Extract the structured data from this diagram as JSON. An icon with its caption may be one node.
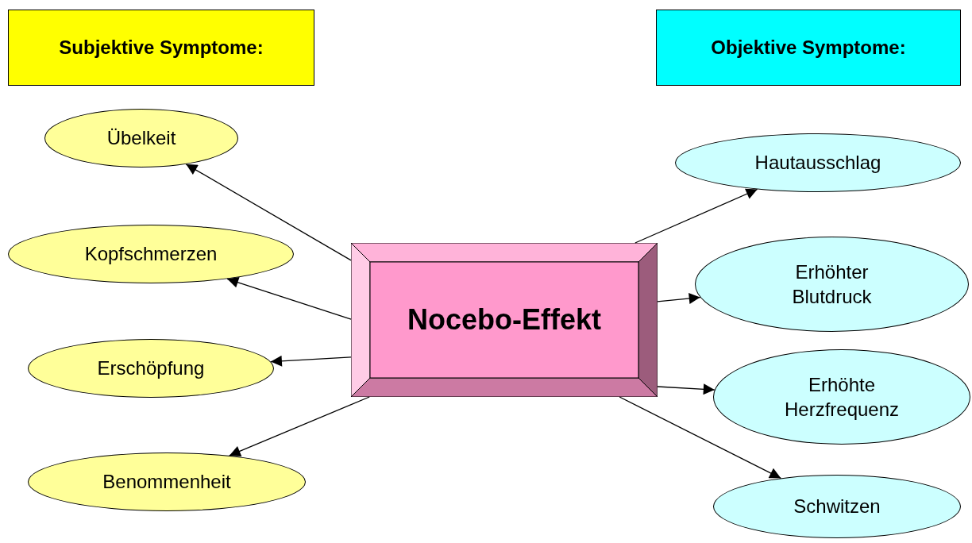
{
  "diagram": {
    "nodes": [
      {
        "text": [
          "Subjektive Symptome:"
        ]
      },
      {
        "text": [
          "Objektive Symptome:"
        ]
      },
      {
        "text": [
          "Nocebo-Effekt"
        ]
      },
      {
        "text": [
          "Übelkeit"
        ]
      },
      {
        "text": [
          "Kopfschmerzen"
        ]
      },
      {
        "text": [
          "Erschöpfung"
        ]
      },
      {
        "text": [
          "Benommenheit"
        ]
      },
      {
        "text": [
          "Hautausschlag"
        ]
      },
      {
        "text": [
          "Erhöhter Blutdruck"
        ]
      },
      {
        "text": [
          "Erhöhte Herzfrequenz"
        ]
      },
      {
        "text": [
          "Schwitzen"
        ]
      }
    ],
    "edges": [
      {
        "from": 2,
        "to": 3,
        "arrow": "to"
      },
      {
        "from": 2,
        "to": 4,
        "arrow": "to"
      },
      {
        "from": 2,
        "to": 5,
        "arrow": "to"
      },
      {
        "from": 2,
        "to": 6,
        "arrow": "to"
      },
      {
        "from": 2,
        "to": 7,
        "arrow": "to"
      },
      {
        "from": 2,
        "to": 8,
        "arrow": "to"
      },
      {
        "from": 2,
        "to": 9,
        "arrow": "to"
      },
      {
        "from": 2,
        "to": 10,
        "arrow": "to"
      }
    ]
  }
}
